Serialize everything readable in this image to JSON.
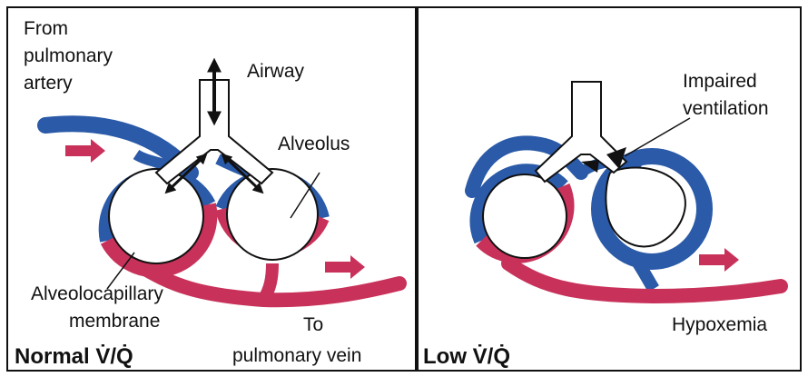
{
  "colors": {
    "artery": "#2a5aa8",
    "vein": "#c8325a",
    "outline": "#111111",
    "background": "#ffffff"
  },
  "left_panel": {
    "from_line1": "From",
    "from_line2": "pulmonary",
    "from_line3": "artery",
    "airway": "Airway",
    "alveolus": "Alveolus",
    "membrane_line1": "Alveolocapillary",
    "membrane_line2": "membrane",
    "to_line1": "To",
    "to_line2": "pulmonary vein",
    "caption_prefix": "Normal ",
    "caption_ratio": "V̇/Q̇"
  },
  "right_panel": {
    "impaired_line1": "Impaired",
    "impaired_line2": "ventilation",
    "hypoxemia": "Hypoxemia",
    "caption_prefix": "Low ",
    "caption_ratio": "V̇/Q̇"
  }
}
